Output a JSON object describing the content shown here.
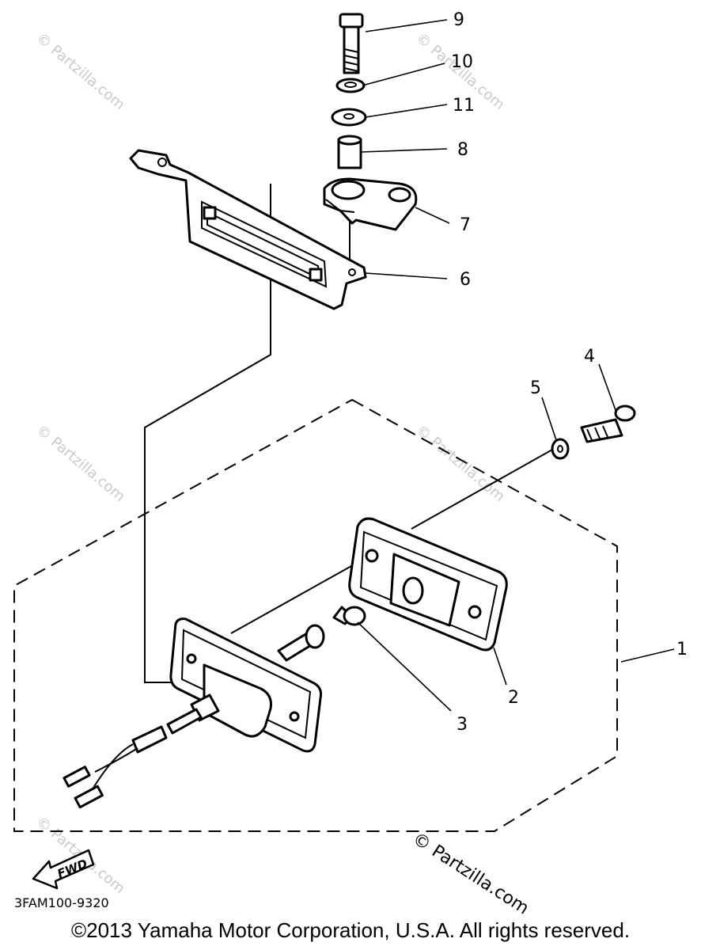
{
  "callouts": [
    "1",
    "2",
    "3",
    "4",
    "5",
    "6",
    "7",
    "8",
    "9",
    "10",
    "11"
  ],
  "watermark": "© Partzilla.com",
  "fwd_label": "FWD",
  "diagram_code": "3FAM100-9320",
  "copyright": "©2013 Yamaha Motor Corporation, U.S.A. All rights reserved."
}
